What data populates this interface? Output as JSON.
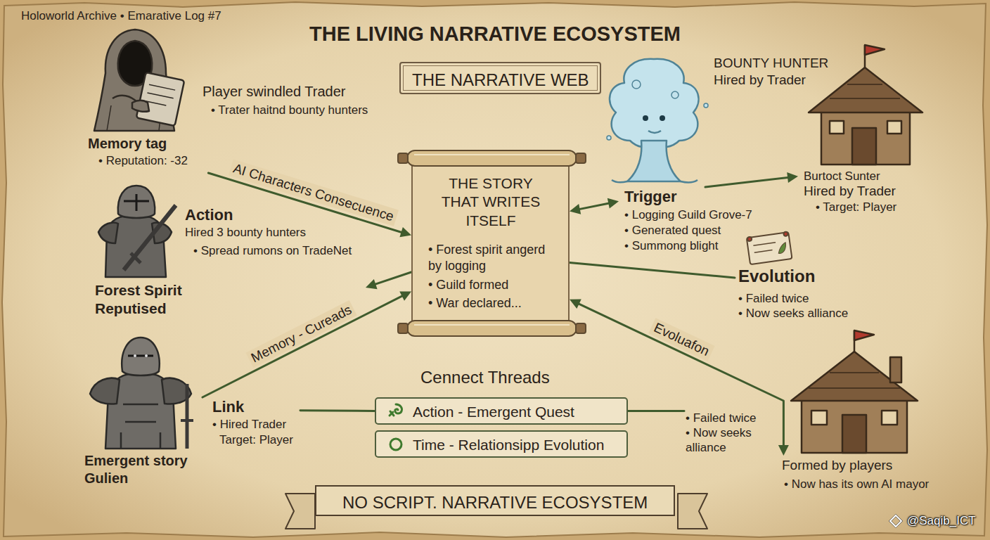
{
  "diagram": {
    "title": "THE LIVING NARRATIVE ECOSYSTEM",
    "nodes": [
      {
        "text": [
          "THE NARRATIVE WEB"
        ]
      },
      {
        "text": [
          "Player swindled Trader",
          "• Trater haitnd bounty hunters",
          "Memory tag",
          "• Reputation: -32"
        ]
      },
      {
        "text": [
          "Trigger",
          "• Logging Guild Grove-7",
          "• Generated quest",
          "• Summong blight"
        ]
      },
      {
        "text": [
          "Burtoct Sunter",
          "Hired by Trader",
          "• Target: Player"
        ]
      },
      {
        "text": [
          "THE STORY THAT WRITES ITSELF",
          "• Forest spirit angerd by logging",
          "• Guild formed",
          "• War declared..."
        ]
      },
      {
        "text": [
          "Action",
          "Hired 3 bounty hunters",
          "• Spread rumons on TradeNet",
          "Forest Spirit Reputised"
        ]
      },
      {
        "text": [
          "Evolution",
          "• Failed twice",
          "• Now seeks alliance"
        ]
      },
      {
        "text": [
          "Link",
          "• Hired Trader",
          "Target: Player",
          "Emergent story Gulien"
        ]
      },
      {
        "text": [
          "Action - Emergent Quest"
        ]
      },
      {
        "text": [
          "Time - Relationsipp Evolution"
        ]
      },
      {
        "text": [
          "• Failed twice",
          "• Now seeks alliance"
        ]
      },
      {
        "text": [
          "Formed by players",
          "• Now has its own AI mayor"
        ]
      },
      {
        "text": [
          "NO SCRIPT. NARRATIVE ECOSYSTEM"
        ]
      }
    ],
    "edges": [
      {
        "from": 1,
        "to": 4,
        "arrow": "to",
        "label": "AI Characters Consecuence"
      },
      {
        "from": 4,
        "to": 5,
        "arrow": "to"
      },
      {
        "from": 7,
        "to": 4,
        "arrow": "to",
        "label": "Memory - Cureads"
      },
      {
        "from": 4,
        "to": 2,
        "arrow": "both"
      },
      {
        "from": 2,
        "to": 3,
        "arrow": "to"
      },
      {
        "from": 4,
        "to": 6,
        "arrow": "none"
      },
      {
        "from": 4,
        "to": 11,
        "arrow": "both",
        "label": "Evoluafon"
      },
      {
        "from": 7,
        "to": 8,
        "arrow": "none"
      },
      {
        "from": 8,
        "to": 10,
        "arrow": "none"
      }
    ],
    "labels": [
      "Holoworld Archive • Emarative Log #7",
      "BOUNTY HUNTER Hired by Trader",
      "Cennect Threads",
      "@Saqib_ICT"
    ]
  }
}
